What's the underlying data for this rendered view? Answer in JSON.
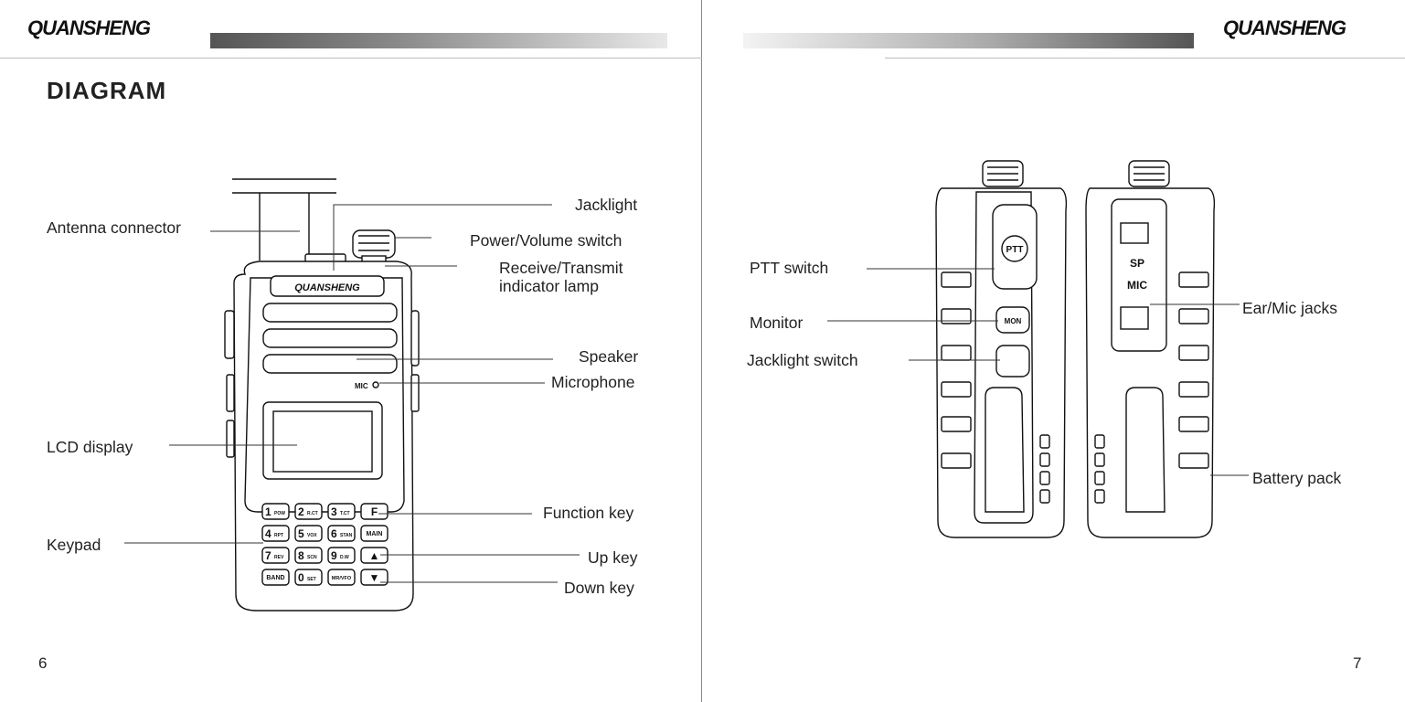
{
  "brand": "QUANSHENG",
  "left_page": {
    "title": "DIAGRAM",
    "page_number": "6",
    "labels": {
      "jacklight": "Jacklight",
      "antenna_connector": "Antenna connector",
      "power_volume_switch": "Power/Volume switch",
      "receive_transmit_line1": "Receive/Transmit",
      "receive_transmit_line2": "indicator lamp",
      "speaker": "Speaker",
      "microphone": "Microphone",
      "lcd_display": "LCD display",
      "function_key": "Function key",
      "keypad": "Keypad",
      "up_key": "Up key",
      "down_key": "Down key"
    },
    "radio_face": {
      "mic_text": "MIC",
      "keys": [
        {
          "main": "1",
          "sub": "POW"
        },
        {
          "main": "2",
          "sub": "R.CT"
        },
        {
          "main": "3",
          "sub": "T.CT"
        },
        {
          "main": "F",
          "sub": ""
        },
        {
          "main": "4",
          "sub": "RPT"
        },
        {
          "main": "5",
          "sub": "VOX"
        },
        {
          "main": "6",
          "sub": "STAN"
        },
        {
          "main": "MAIN",
          "sub": ""
        },
        {
          "main": "7",
          "sub": "REV"
        },
        {
          "main": "8",
          "sub": "SCN"
        },
        {
          "main": "9",
          "sub": "D.W"
        },
        {
          "main": "▲",
          "sub": ""
        },
        {
          "main": "BAND",
          "sub": ""
        },
        {
          "main": "0",
          "sub": "SET"
        },
        {
          "main": "MR/VFO",
          "sub": ""
        },
        {
          "main": "▼",
          "sub": ""
        }
      ]
    }
  },
  "right_page": {
    "page_number": "7",
    "labels": {
      "ptt_switch": "PTT switch",
      "monitor": "Monitor",
      "jacklight_switch": "Jacklight switch",
      "ear_mic_jacks": "Ear/Mic jacks",
      "battery_pack": "Battery pack"
    },
    "side_view": {
      "ptt_text": "PTT",
      "mon_text": "MON",
      "sp_text": "SP",
      "mic_text": "MIC"
    }
  }
}
